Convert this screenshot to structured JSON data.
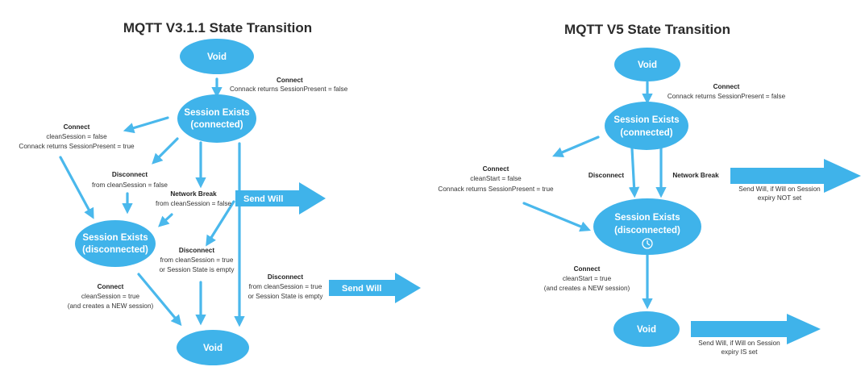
{
  "left": {
    "title": "MQTT V3.1.1 State Transition",
    "void_top": "Void",
    "connected": [
      "Session Exists",
      "(connected)"
    ],
    "disconnected": [
      "Session Exists",
      "(disconnected)"
    ],
    "void_bottom": "Void",
    "edge_connect_void": [
      "Connect",
      "Connack returns SessionPresent = false"
    ],
    "edge_connect_clean_false": [
      "Connect",
      "cleanSession = false",
      "Connack returns SessionPresent = true"
    ],
    "edge_disconnect_clean_false": [
      "Disconnect",
      "from cleanSession = false"
    ],
    "edge_network_break": [
      "Network Break",
      "from cleanSession = false"
    ],
    "edge_disconnect_clean_true": [
      "Disconnect",
      "from cleanSession = true",
      "or Session State is empty"
    ],
    "edge_disconnect_clean_true_2": [
      "Disconnect",
      "from cleanSession = true",
      "or Session State is empty"
    ],
    "edge_connect_clean_true": [
      "Connect",
      "cleanSession = true",
      "(and creates a NEW session)"
    ],
    "send_will_1": "Send Will",
    "send_will_2": "Send Will"
  },
  "right": {
    "title": "MQTT V5 State Transition",
    "void_top": "Void",
    "connected": [
      "Session Exists",
      "(connected)"
    ],
    "disconnected": [
      "Session Exists",
      "(disconnected)"
    ],
    "void_bottom": "Void",
    "edge_connect_void": [
      "Connect",
      "Connack returns SessionPresent = false"
    ],
    "edge_connect_clean_false": [
      "Connect",
      "cleanStart = false",
      "Connack returns SessionPresent = true"
    ],
    "edge_disconnect": "Disconnect",
    "edge_network_break": "Network Break",
    "edge_connect_clean_true": [
      "Connect",
      "cleanStart = true",
      "(and creates a NEW session)"
    ],
    "will_not_set": [
      "Send Will, if Will on Session",
      "expiry NOT set"
    ],
    "will_is_set": [
      "Send Will, if Will on Session",
      "expiry IS set"
    ],
    "timer_icon": "clock-icon"
  },
  "colors": {
    "node": "#3fb3ea",
    "arrow": "#4ab8ec",
    "title": "#2b2b2b"
  }
}
